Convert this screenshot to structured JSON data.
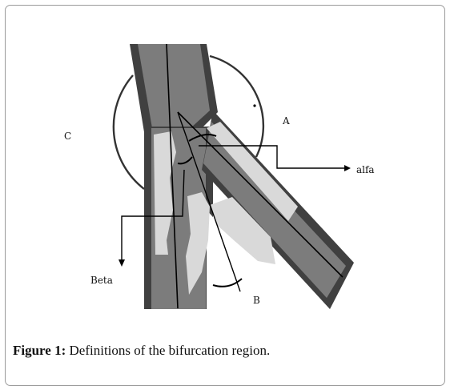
{
  "labels": {
    "a": "A",
    "b": "B",
    "c": "C",
    "alfa": "alfa",
    "beta": "Beta"
  },
  "caption": {
    "label": "Figure 1:",
    "text": " Definitions of the bifurcation region."
  }
}
